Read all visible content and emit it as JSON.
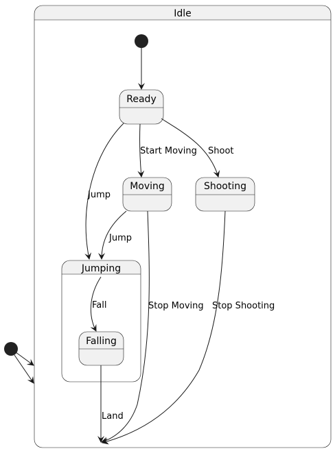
{
  "diagram": {
    "states": {
      "idle": "Idle",
      "ready": "Ready",
      "moving": "Moving",
      "shooting": "Shooting",
      "jumping": "Jumping",
      "falling": "Falling"
    },
    "transitions": {
      "start_moving": "Start Moving",
      "shoot": "Shoot",
      "jump_from_ready": "Jump",
      "jump_from_moving": "Jump",
      "fall": "Fall",
      "stop_moving": "Stop Moving",
      "stop_shooting": "Stop Shooting",
      "land": "Land"
    }
  }
}
